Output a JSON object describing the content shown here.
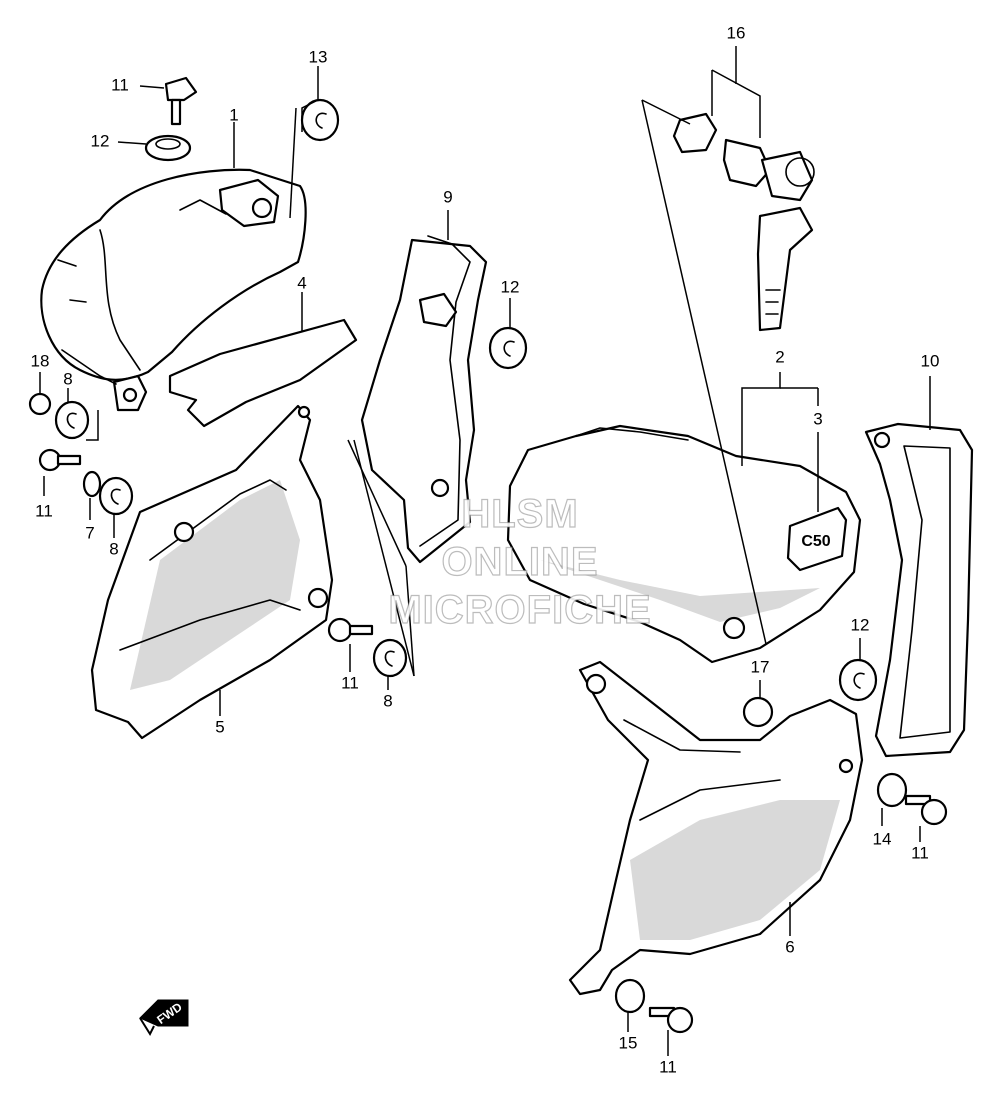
{
  "watermark": {
    "line1": "HLSM",
    "line2": "ONLINE",
    "line3": "MICROFICHE"
  },
  "direction_badge": "FWD",
  "callouts": {
    "c1": "1",
    "c2": "2",
    "c3": "3",
    "c4": "4",
    "c5": "5",
    "c6": "6",
    "c7": "7",
    "c8a": "8",
    "c8b": "8",
    "c8c": "8",
    "c9": "9",
    "c10": "10",
    "c11a": "11",
    "c11b": "11",
    "c11c": "11",
    "c11d": "11",
    "c11e": "11",
    "c12a": "12",
    "c12b": "12",
    "c12c": "12",
    "c13": "13",
    "c14": "14",
    "c15": "15",
    "c16": "16",
    "c17": "17",
    "c18": "18"
  },
  "emblem_text": "C50"
}
